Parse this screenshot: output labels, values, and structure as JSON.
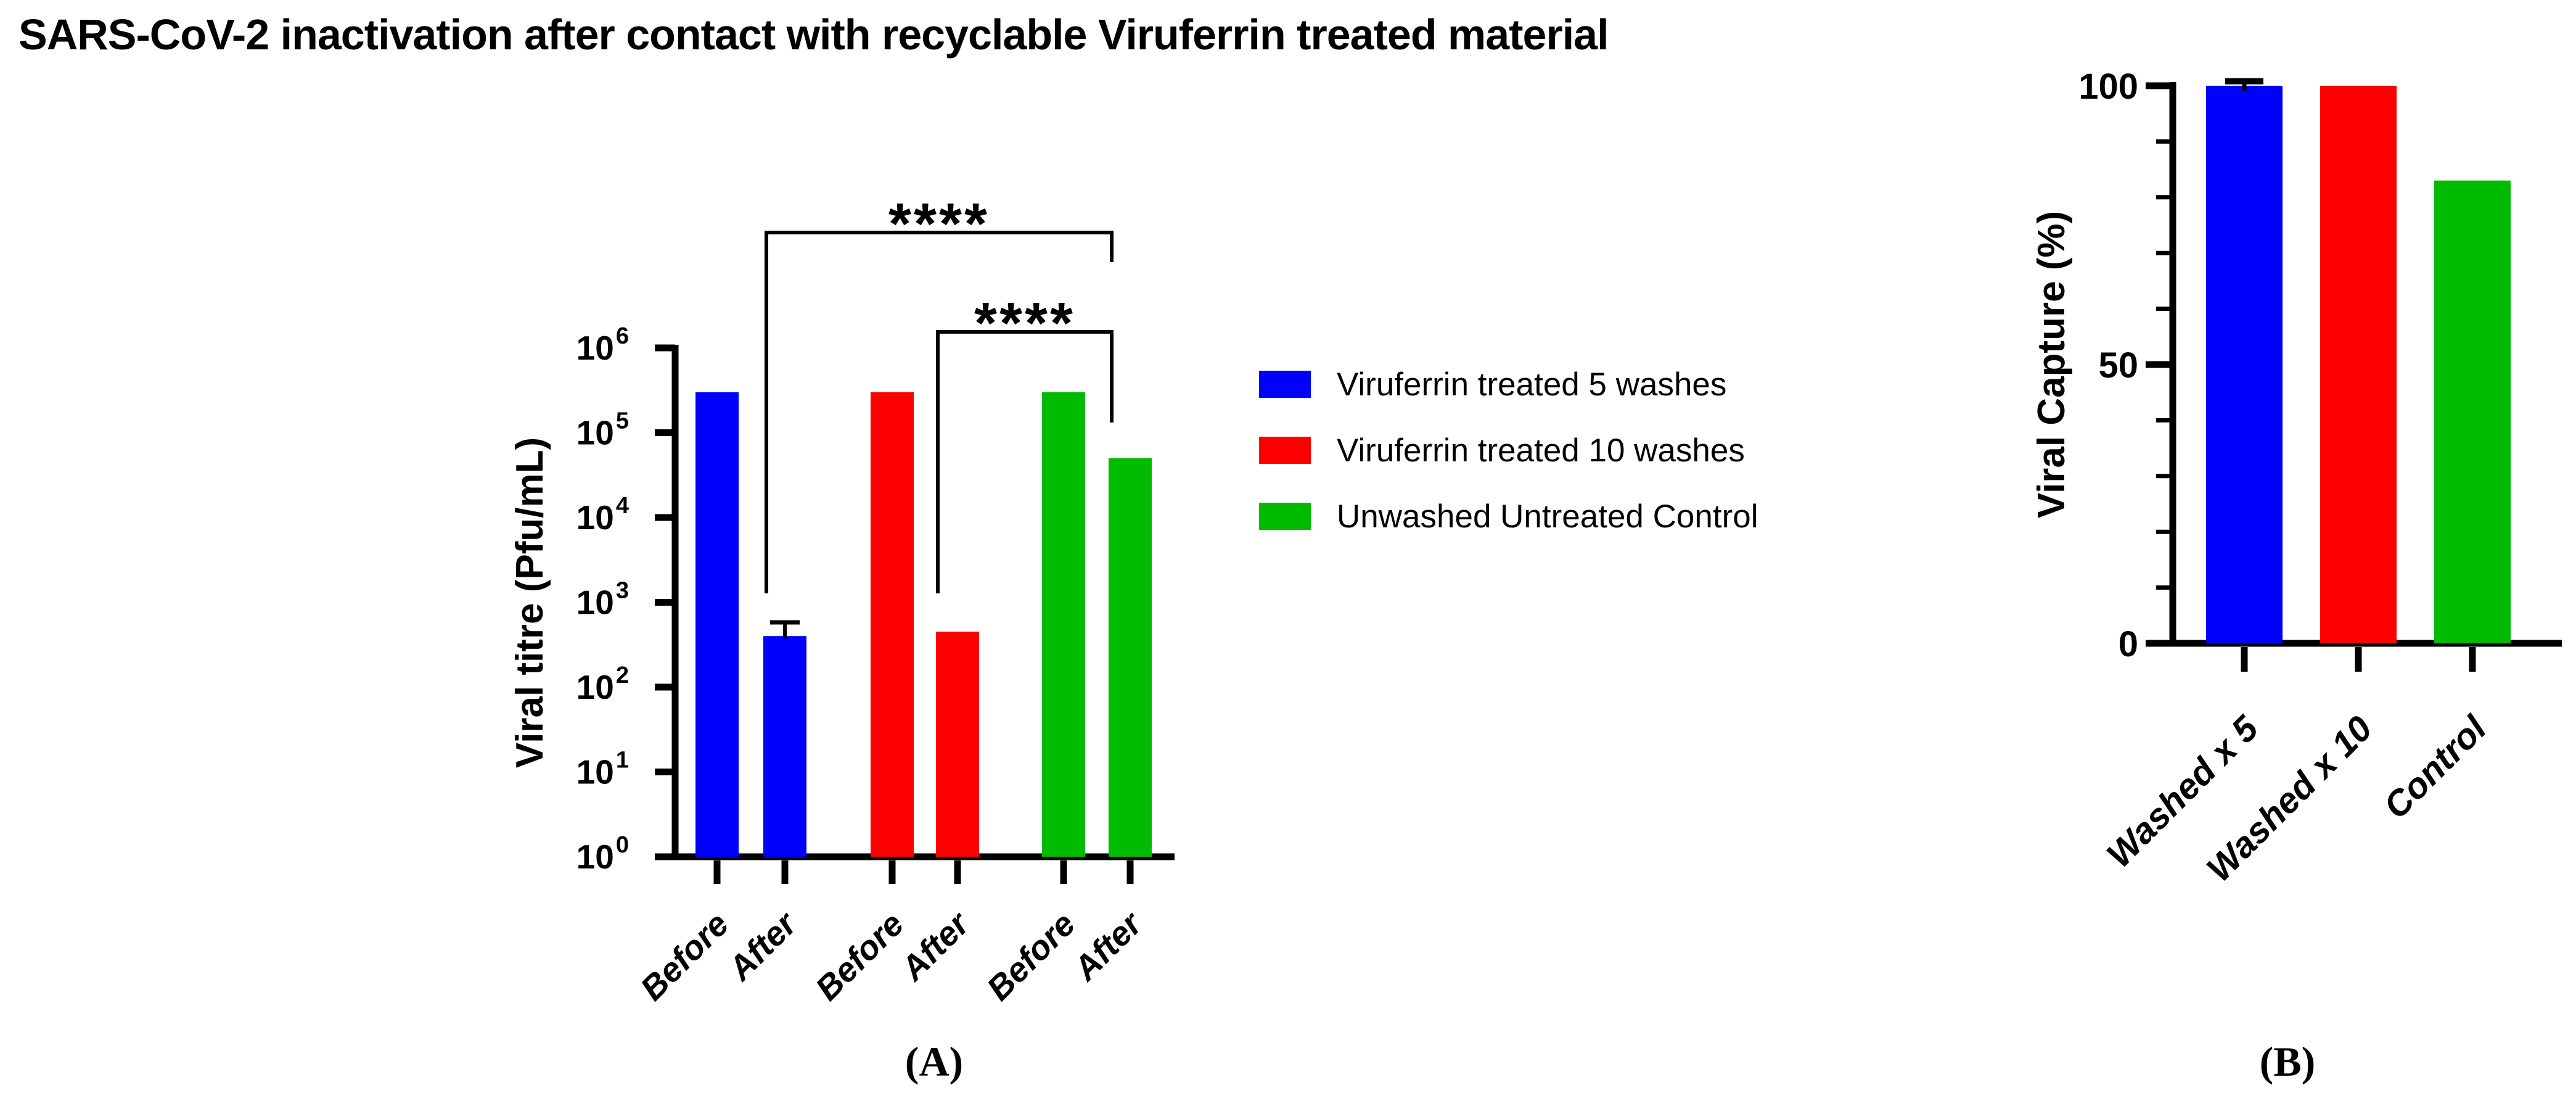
{
  "figure": {
    "title": "SARS-CoV-2 inactivation after contact with recyclable Viruferrin treated material",
    "panel_a_label": "(A)",
    "panel_b_label": "(B)",
    "background": "#ffffff",
    "axis_color": "#000000"
  },
  "legend": {
    "items": [
      {
        "label": "Viruferrin treated 5 washes",
        "color": "#0000FF"
      },
      {
        "label": "Viruferrin treated 10 washes",
        "color": "#FF0000"
      },
      {
        "label": "Unwashed Untreated Control",
        "color": "#00BB00"
      }
    ]
  },
  "chart_data": [
    {
      "id": "panel-A",
      "type": "bar",
      "yscale": "log",
      "ylabel": "Viral titre (Pfu/mL)",
      "ylim": [
        1,
        1000000
      ],
      "ytick_exponents": [
        0,
        1,
        2,
        3,
        4,
        5,
        6
      ],
      "grid": false,
      "legend_position": "right",
      "categories": [
        "Before",
        "After",
        "Before",
        "After",
        "Before",
        "After"
      ],
      "bars": [
        {
          "group": "Viruferrin treated 5 washes",
          "label": "Before",
          "color": "#0000FF",
          "value": 300000
        },
        {
          "group": "Viruferrin treated 5 washes",
          "label": "After",
          "color": "#0000FF",
          "value": 400,
          "error_plus": 180
        },
        {
          "group": "Viruferrin treated 10 washes",
          "label": "Before",
          "color": "#FF0000",
          "value": 300000
        },
        {
          "group": "Viruferrin treated 10 washes",
          "label": "After",
          "color": "#FF0000",
          "value": 450
        },
        {
          "group": "Unwashed Untreated Control",
          "label": "Before",
          "color": "#00BB00",
          "value": 300000
        },
        {
          "group": "Unwashed Untreated Control",
          "label": "After",
          "color": "#00BB00",
          "value": 50000
        }
      ],
      "significance": [
        {
          "label": "****",
          "from": "After (Viruferrin treated 5 washes)",
          "to": "After (Unwashed Untreated Control)"
        },
        {
          "label": "****",
          "from": "After (Viruferrin treated 10 washes)",
          "to": "After (Unwashed Untreated Control)"
        }
      ]
    },
    {
      "id": "panel-B",
      "type": "bar",
      "yscale": "linear",
      "ylabel": "Viral Capture (%)",
      "ylim": [
        0,
        100
      ],
      "yticks": [
        0,
        50,
        100
      ],
      "ytick_minor_step": 10,
      "grid": false,
      "categories": [
        "Washed x 5",
        "Washed x 10",
        "Control"
      ],
      "bars": [
        {
          "label": "Washed x 5",
          "color": "#0000FF",
          "value": 100,
          "error_plus": 0.8
        },
        {
          "label": "Washed x 10",
          "color": "#FF0000",
          "value": 100
        },
        {
          "label": "Control",
          "color": "#00BB00",
          "value": 83
        }
      ]
    }
  ]
}
